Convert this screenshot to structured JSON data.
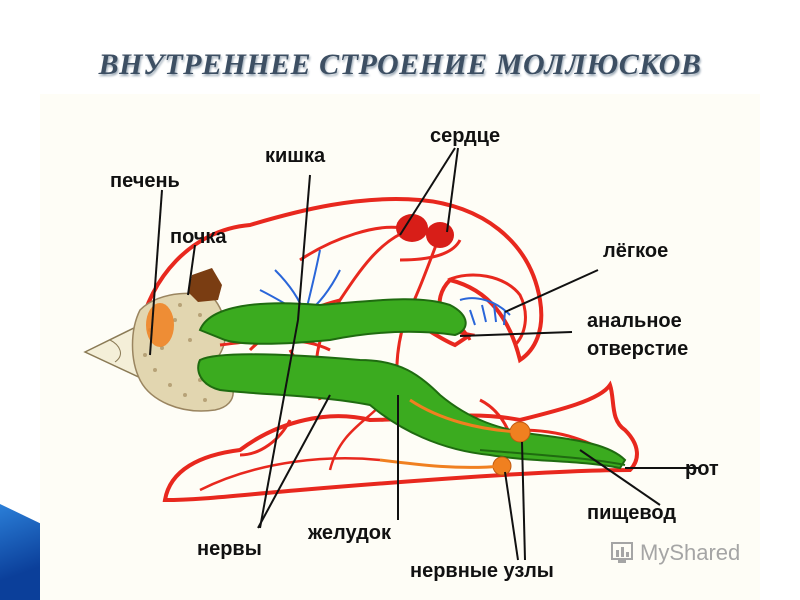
{
  "title": "ВНУТРЕННЕЕ СТРОЕНИЕ МОЛЛЮСКОВ",
  "labels": {
    "liver": "печень",
    "kidney": "почка",
    "intestine": "кишка",
    "heart": "сердце",
    "lung": "лёгкое",
    "anus_line1": "анальное",
    "anus_line2": "отверстие",
    "mouth": "рот",
    "esophagus": "пищевод",
    "nerves": "нервы",
    "stomach": "желудок",
    "ganglia": "нервные узлы"
  },
  "watermark": "MyShared",
  "colors": {
    "digestive": "#3bab1f",
    "digestive_dark": "#1f6b10",
    "vessels": "#e8281e",
    "lung_vessels": "#2a66d9",
    "organs": "#f08020",
    "kidney": "#7a3d12",
    "liver_fill": "#e2d6b0",
    "title": "#3d4f63"
  }
}
